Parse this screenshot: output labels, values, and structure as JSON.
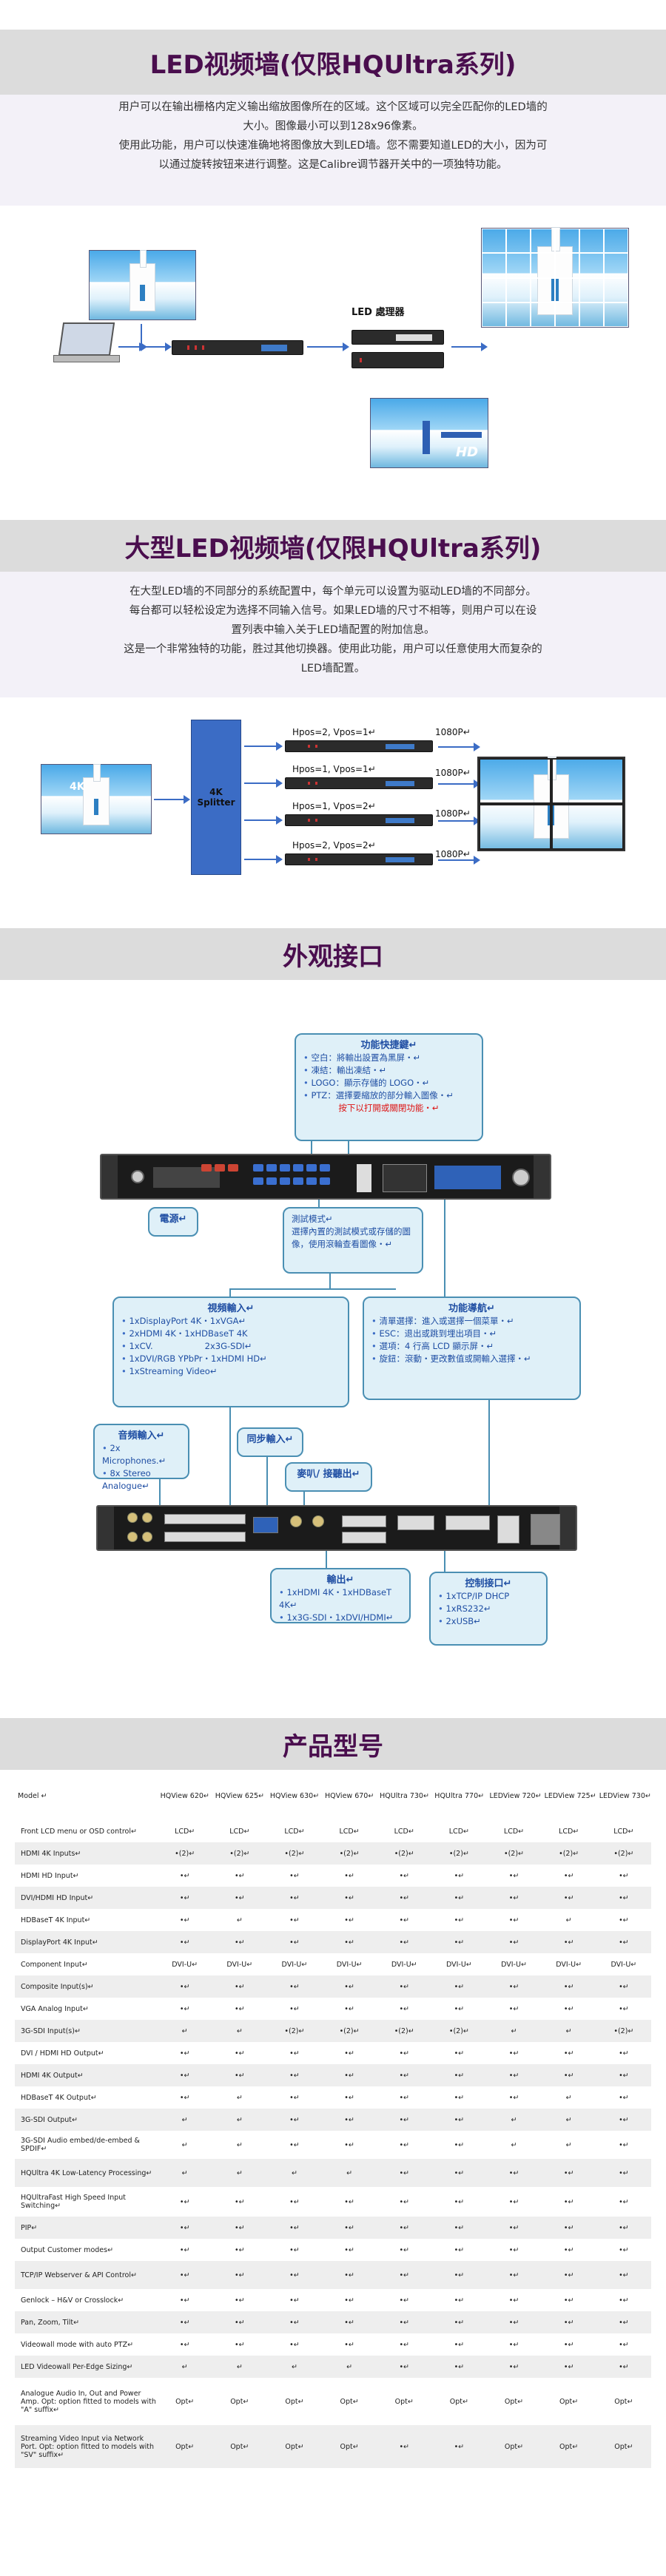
{
  "section1": {
    "title": "LED视频墙(仅限HQUltra系列)",
    "lines": [
      "用户可以在输出栅格内定义输出缩放图像所在的区域。这个区域可以完全匹配你的LED墙的",
      "大小。图像最小可以到128x96像素。",
      "使用此功能，用户可以快速准确地将图像放大到LED墙。您不需要知道LED的大小，因为可",
      "以通过旋转按钮来进行调整。这是Calibre调节器开关中的一项独特功能。"
    ],
    "diagram": {
      "processor_label": "LED 處理器",
      "hd_badge": "HD"
    }
  },
  "section2": {
    "title": "大型LED视频墙(仅限HQUltra系列)",
    "lines": [
      "在大型LED墙的不同部分的系统配置中，每个单元可以设置为驱动LED墙的不同部分。",
      "每台都可以轻松设定为选择不同输入信号。如果LED墙的尺寸不相等，则用户可以在设",
      "置列表中输入关于LED墙配置的附加信息。",
      "这是一个非常独特的功能，胜过其他切换器。使用此功能，用户可以任意使用大而复杂的",
      "LED墙配置。"
    ],
    "diagram": {
      "source_label": "4K",
      "splitter_label": "4K\nSplitter",
      "units": [
        {
          "pos": "Hpos=2, Vpos=1↵",
          "out": "1080P↵"
        },
        {
          "pos": "Hpos=1, Vpos=1↵",
          "out": "1080P↵"
        },
        {
          "pos": "Hpos=1, Vpos=2↵",
          "out": "1080P↵"
        },
        {
          "pos": "Hpos=2, Vpos=2↵",
          "out": "1080P↵"
        }
      ]
    }
  },
  "section3": {
    "title": "外观接口",
    "callouts": {
      "function_keys": {
        "title": "功能快捷鍵↵",
        "items": [
          "空白：將輸出設置為黑屏・↵",
          "凍結：輸出凍結・↵",
          "LOGO：顯示存儲的 LOGO・↵",
          "PTZ：選擇要縮放的部分輸入圖像・↵"
        ],
        "note": "按下以打開或關閉功能・↵"
      },
      "power": {
        "title": "電源↵"
      },
      "test_mode": {
        "text": "測試模式↵\n選擇內置的測試模式或存儲的圖像，使用滾輪查看圖像・↵"
      },
      "video_input": {
        "title": "視頻輸入↵",
        "items": [
          "1xDisplayPort 4K・1xVGA↵",
          "2xHDMI 4K・1xHDBaseT 4K",
          "1xCV.",
          "2x3G-SDI↵",
          "1xDVI/RGB YPbPr・1xHDMI HD↵",
          "1xStreaming Video↵"
        ]
      },
      "nav": {
        "title": "功能導航↵",
        "items": [
          "清單選擇：進入或選擇一個菜單・↵",
          "ESC：退出或跳到埋出項目・↵",
          "選項：4 行高 LCD 顯示屏・↵",
          "旋鈕：滾動・更改數值或開輸入選擇・↵"
        ]
      },
      "audio_input": {
        "title": "音頻輸入↵",
        "items": [
          "2x Microphones.↵",
          "8x Stereo Analogue↵"
        ]
      },
      "sync_input": {
        "title": "同步輸入↵"
      },
      "mic": {
        "title": "麥叭/ 接聽出↵"
      },
      "output": {
        "title": "輸出↵",
        "items": [
          "1xHDMI 4K・1xHDBaseT 4K↵",
          "1x3G-SDI・1xDVI/HDMI↵"
        ]
      },
      "control": {
        "title": "控制接口↵",
        "items": [
          "1xTCP/IP DHCP",
          "1xRS232↵",
          "2xUSB↵"
        ]
      }
    }
  },
  "section4": {
    "title": "产品型号",
    "columns": [
      "Model ↵",
      "HQView 620↵",
      "HQView 625↵",
      "HQView 630↵",
      "HQView 670↵",
      "HQUltra 730↵",
      "HQUltra 770↵",
      "LEDView 720↵",
      "LEDView 725↵",
      "LEDView 730↵"
    ],
    "rows": [
      [
        "Front LCD menu or OSD control↵",
        "LCD↵",
        "LCD↵",
        "LCD↵",
        "LCD↵",
        "LCD↵",
        "LCD↵",
        "LCD↵",
        "LCD↵",
        "LCD↵"
      ],
      [
        "HDMI 4K Inputs↵",
        "•(2)↵",
        "•(2)↵",
        "•(2)↵",
        "•(2)↵",
        "•(2)↵",
        "•(2)↵",
        "•(2)↵",
        "•(2)↵",
        "•(2)↵"
      ],
      [
        "HDMI HD Input↵",
        "•↵",
        "•↵",
        "•↵",
        "•↵",
        "•↵",
        "•↵",
        "•↵",
        "•↵",
        "•↵"
      ],
      [
        "DVI/HDMI HD Input↵",
        "•↵",
        "•↵",
        "•↵",
        "•↵",
        "•↵",
        "•↵",
        "•↵",
        "•↵",
        "•↵"
      ],
      [
        "HDBaseT 4K Input↵",
        "•↵",
        "↵",
        "•↵",
        "•↵",
        "•↵",
        "•↵",
        "•↵",
        "↵",
        "•↵"
      ],
      [
        "DisplayPort 4K Input↵",
        "•↵",
        "•↵",
        "•↵",
        "•↵",
        "•↵",
        "•↵",
        "•↵",
        "•↵",
        "•↵"
      ],
      [
        "Component Input↵",
        "DVI-U↵",
        "DVI-U↵",
        "DVI-U↵",
        "DVI-U↵",
        "DVI-U↵",
        "DVI-U↵",
        "DVI-U↵",
        "DVI-U↵",
        "DVI-U↵"
      ],
      [
        "Composite Input(s)↵",
        "•↵",
        "•↵",
        "•↵",
        "•↵",
        "•↵",
        "•↵",
        "•↵",
        "•↵",
        "•↵"
      ],
      [
        "VGA Analog Input↵",
        "•↵",
        "•↵",
        "•↵",
        "•↵",
        "•↵",
        "•↵",
        "•↵",
        "•↵",
        "•↵"
      ],
      [
        "3G-SDI Input(s)↵",
        "↵",
        "↵",
        "•(2)↵",
        "•(2)↵",
        "•(2)↵",
        "•(2)↵",
        "↵",
        "↵",
        "•(2)↵"
      ],
      [
        "DVI / HDMI HD Output↵",
        "•↵",
        "•↵",
        "•↵",
        "•↵",
        "•↵",
        "•↵",
        "•↵",
        "•↵",
        "•↵"
      ],
      [
        "HDMI 4K Output↵",
        "•↵",
        "•↵",
        "•↵",
        "•↵",
        "•↵",
        "•↵",
        "•↵",
        "•↵",
        "•↵"
      ],
      [
        "HDBaseT 4K Output↵",
        "•↵",
        "↵",
        "•↵",
        "•↵",
        "•↵",
        "•↵",
        "•↵",
        "↵",
        "•↵"
      ],
      [
        "3G-SDI Output↵",
        "↵",
        "↵",
        "•↵",
        "•↵",
        "•↵",
        "•↵",
        "↵",
        "↵",
        "•↵"
      ],
      [
        "3G-SDI Audio embed/de-embed & SPDIF↵",
        "↵",
        "↵",
        "•↵",
        "•↵",
        "•↵",
        "•↵",
        "↵",
        "↵",
        "•↵"
      ],
      [
        "HQUltra 4K Low-Latency Processing↵",
        "↵",
        "↵",
        "↵",
        "↵",
        "•↵",
        "•↵",
        "•↵",
        "•↵",
        "•↵"
      ],
      [
        "HQUltraFast High Speed Input Switching↵",
        "•↵",
        "•↵",
        "•↵",
        "•↵",
        "•↵",
        "•↵",
        "•↵",
        "•↵",
        "•↵"
      ],
      [
        "PIP↵",
        "•↵",
        "•↵",
        "•↵",
        "•↵",
        "•↵",
        "•↵",
        "•↵",
        "•↵",
        "•↵"
      ],
      [
        "Output Customer modes↵",
        "•↵",
        "•↵",
        "•↵",
        "•↵",
        "•↵",
        "•↵",
        "•↵",
        "•↵",
        "•↵"
      ],
      [
        "TCP/IP Webserver & API Control↵",
        "•↵",
        "•↵",
        "•↵",
        "•↵",
        "•↵",
        "•↵",
        "•↵",
        "•↵",
        "•↵"
      ],
      [
        "Genlock – H&V or Crosslock↵",
        "•↵",
        "•↵",
        "•↵",
        "•↵",
        "•↵",
        "•↵",
        "•↵",
        "•↵",
        "•↵"
      ],
      [
        "Pan, Zoom, Tilt↵",
        "•↵",
        "•↵",
        "•↵",
        "•↵",
        "•↵",
        "•↵",
        "•↵",
        "•↵",
        "•↵"
      ],
      [
        "Videowall mode with auto PTZ↵",
        "•↵",
        "•↵",
        "•↵",
        "•↵",
        "•↵",
        "•↵",
        "•↵",
        "•↵",
        "•↵"
      ],
      [
        "LED Videowall Per-Edge Sizing↵",
        "↵",
        "↵",
        "↵",
        "↵",
        "•↵",
        "•↵",
        "•↵",
        "•↵",
        "•↵"
      ],
      [
        "Analogue Audio In, Out and Power Amp. Opt: option fitted to models with \"A\" suffix↵",
        "Opt↵",
        "Opt↵",
        "Opt↵",
        "Opt↵",
        "Opt↵",
        "Opt↵",
        "Opt↵",
        "Opt↵",
        "Opt↵"
      ],
      [
        "Streaming Video Input via Network Port. Opt: option fitted to models with \"SV\" suffix↵",
        "Opt↵",
        "Opt↵",
        "Opt↵",
        "Opt↵",
        "•↵",
        "•↵",
        "Opt↵",
        "Opt↵",
        "Opt↵"
      ]
    ]
  }
}
